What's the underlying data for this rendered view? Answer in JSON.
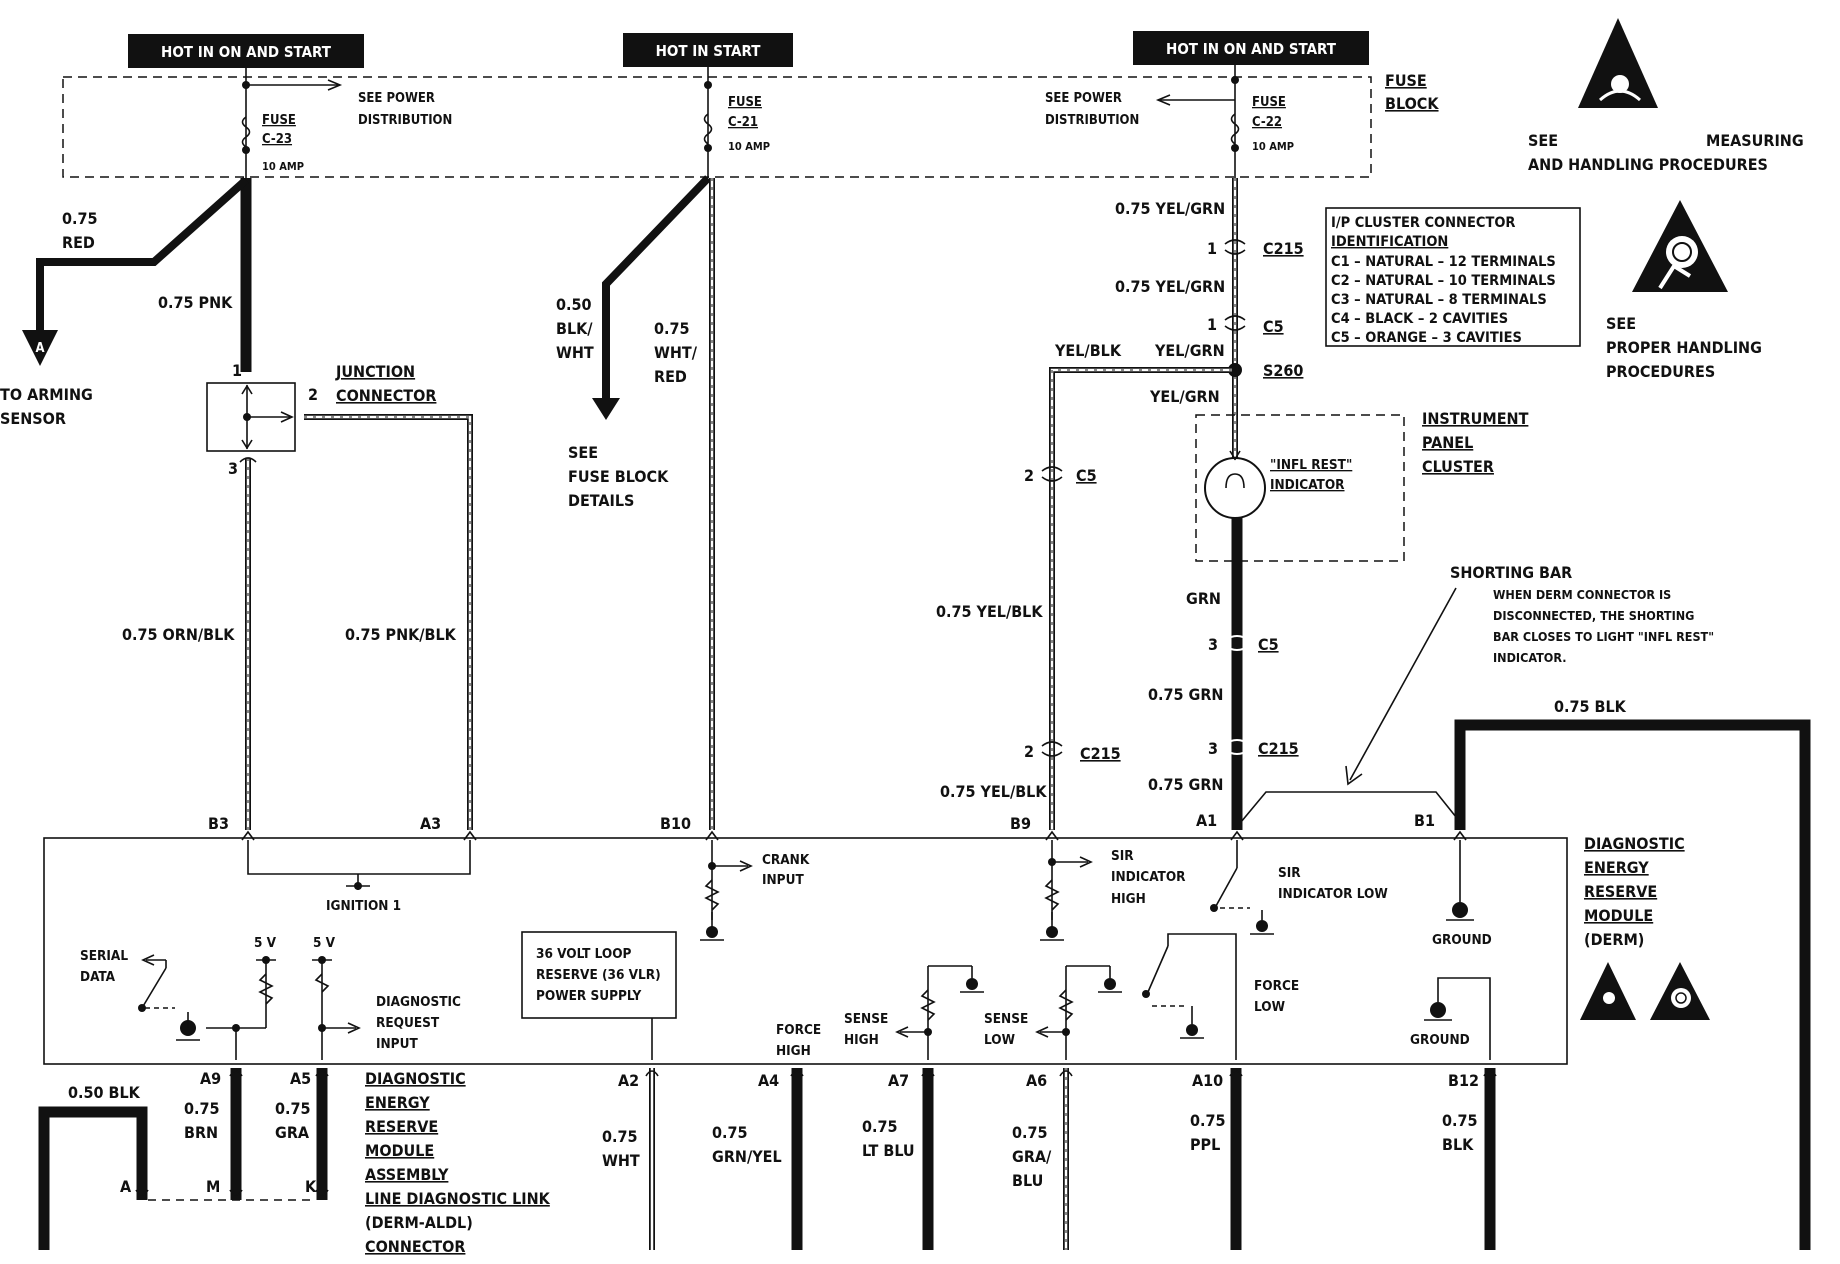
{
  "headers": {
    "left": "HOT IN ON AND START",
    "center": "HOT IN START",
    "right": "HOT IN ON AND START"
  },
  "fuse_block": {
    "line1": "FUSE",
    "line2": "BLOCK"
  },
  "fuses": {
    "c23": {
      "word": "FUSE",
      "id": "C-23",
      "rating": "10 AMP"
    },
    "c21": {
      "word": "FUSE",
      "id": "C-21",
      "rating": "10 AMP"
    },
    "c22": {
      "word": "FUSE",
      "id": "C-22",
      "rating": "10 AMP"
    }
  },
  "power_dist": {
    "left": {
      "line1": "SEE POWER",
      "line2": "DISTRIBUTION"
    },
    "right": {
      "line1": "SEE POWER",
      "line2": "DISTRIBUTION"
    }
  },
  "esd_notes": {
    "note1_a": "SEE",
    "note1_b": "MEASURING",
    "note1_c": "AND HANDLING PROCEDURES",
    "note2_a": "SEE",
    "note2_b": "PROPER HANDLING",
    "note2_c": "PROCEDURES"
  },
  "cluster_id": {
    "title1": "I/P CLUSTER CONNECTOR",
    "title2": "IDENTIFICATION",
    "rows": [
      "C1 – NATURAL – 12 TERMINALS",
      "C2 – NATURAL – 10 TERMINALS",
      "C3 – NATURAL – 8 TERMINALS",
      "C4 – BLACK – 2 CAVITIES",
      "C5 – ORANGE – 3 CAVITIES"
    ]
  },
  "wires": {
    "red_size": "0.75",
    "red_color": "RED",
    "pnk": "0.75 PNK",
    "arming_marker": "A",
    "arming_1": "TO ARMING",
    "arming_2": "SENSOR",
    "blkwht_1": "0.50",
    "blkwht_2": "BLK/",
    "blkwht_3": "WHT",
    "whtred_1": "0.75",
    "whtred_2": "WHT/",
    "whtred_3": "RED",
    "fb_details_1": "SEE",
    "fb_details_2": "FUSE BLOCK",
    "fb_details_3": "DETAILS",
    "yelgrn_top": "0.75 YEL/GRN",
    "yelgrn_mid": "0.75 YEL/GRN",
    "yelblk_s": "YEL/BLK",
    "yelgrn_s": "YEL/GRN",
    "yelgrn_s2": "YEL/GRN",
    "orn_blk": "0.75 ORN/BLK",
    "pnk_blk": "0.75 PNK/BLK",
    "yelblk_mid": "0.75 YEL/BLK",
    "yelblk_low": "0.75 YEL/BLK",
    "grn": "GRN",
    "grn_mid": "0.75 GRN",
    "grn_low": "0.75 GRN",
    "blk_top": "0.75 BLK"
  },
  "connectors": {
    "c215": "C215",
    "c5": "C5",
    "s260": "S260",
    "c5_2": "C5",
    "c5_3": "C5",
    "c215_2": "C215",
    "c215_3": "C215",
    "n1a": "1",
    "n1b": "1",
    "n2a": "2",
    "n2b": "2",
    "n3a": "3",
    "n3b": "3"
  },
  "junction": {
    "line1": "JUNCTION",
    "line2": "CONNECTOR",
    "pin1": "1",
    "pin2": "2",
    "pin3": "3"
  },
  "cluster": {
    "line1": "INSTRUMENT",
    "line2": "PANEL",
    "line3": "CLUSTER",
    "ind1": "\"INFL REST\"",
    "ind2": "INDICATOR"
  },
  "shorting_bar": {
    "title": "SHORTING BAR",
    "l1": "WHEN DERM CONNECTOR IS",
    "l2": "DISCONNECTED, THE SHORTING",
    "l3": "BAR CLOSES TO LIGHT \"INFL REST\"",
    "l4": "INDICATOR."
  },
  "derm_pins_top": {
    "b3": "B3",
    "a3": "A3",
    "b10": "B10",
    "b9": "B9",
    "a1": "A1",
    "b1": "B1"
  },
  "derm_module": {
    "title1": "DIAGNOSTIC",
    "title2": "ENERGY",
    "title3": "RESERVE",
    "title4": "MODULE",
    "title5": "(DERM)"
  },
  "derm_inner": {
    "ignition": "IGNITION 1",
    "crank_1": "CRANK",
    "crank_2": "INPUT",
    "sir_high_1": "SIR",
    "sir_high_2": "INDICATOR",
    "sir_high_3": "HIGH",
    "sir_low_1": "SIR",
    "sir_low_2": "INDICATOR LOW",
    "ground_1": "GROUND",
    "ground_2": "GROUND",
    "serial_1": "SERIAL",
    "serial_2": "DATA",
    "v5a": "5 V",
    "v5b": "5 V",
    "diag_1": "DIAGNOSTIC",
    "diag_2": "REQUEST",
    "diag_3": "INPUT",
    "psu_1": "36 VOLT LOOP",
    "psu_2": "RESERVE (36 VLR)",
    "psu_3": "POWER SUPPLY",
    "force_high_1": "FORCE",
    "force_high_2": "HIGH",
    "sense_high_1": "SENSE",
    "sense_high_2": "HIGH",
    "sense_low_1": "SENSE",
    "sense_low_2": "LOW",
    "force_low_1": "FORCE",
    "force_low_2": "LOW"
  },
  "bottom_pins": {
    "a9": "A9",
    "a5": "A5",
    "a2": "A2",
    "a4": "A4",
    "a7": "A7",
    "a6": "A6",
    "a10": "A10",
    "b12": "B12"
  },
  "bottom_wires": {
    "blk50": "0.50 BLK",
    "brn_1": "0.75",
    "brn_2": "BRN",
    "gra_1": "0.75",
    "gra_2": "GRA",
    "wht_1": "0.75",
    "wht_2": "WHT",
    "grnyel_1": "0.75",
    "grnyel_2": "GRN/YEL",
    "ltblu_1": "0.75",
    "ltblu_2": "LT BLU",
    "grablu_1": "0.75",
    "grablu_2": "GRA/",
    "grablu_3": "BLU",
    "ppl_1": "0.75",
    "ppl_2": "PPL",
    "blk_1": "0.75",
    "blk_2": "BLK"
  },
  "aldl": {
    "pin_a": "A",
    "pin_m": "M",
    "pin_k": "K",
    "l1": "DIAGNOSTIC",
    "l2": "ENERGY",
    "l3": "RESERVE",
    "l4": "MODULE",
    "l5": "ASSEMBLY",
    "l6": "LINE DIAGNOSTIC LINK",
    "l7": "(DERM-ALDL)",
    "l8": "CONNECTOR"
  }
}
